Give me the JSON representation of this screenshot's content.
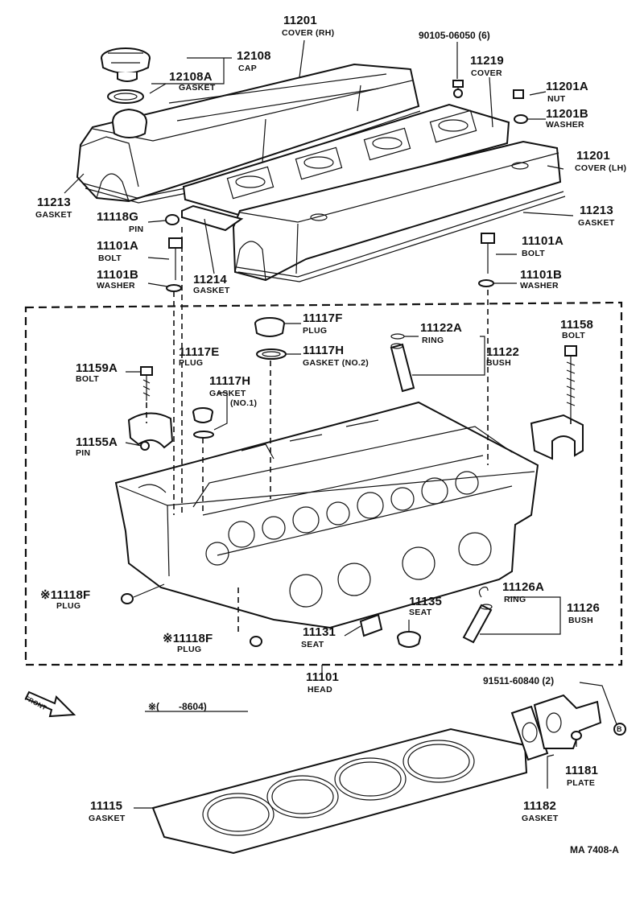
{
  "parts": {
    "p11201_rh": {
      "num": "11201",
      "name": "COVER (RH)"
    },
    "p90105": {
      "num": "90105-06050 (6)"
    },
    "p12108": {
      "num": "12108",
      "name": "CAP"
    },
    "p12108a": {
      "num": "12108A",
      "name": "GASKET"
    },
    "p11219": {
      "num": "11219",
      "name": "COVER"
    },
    "p11201a": {
      "num": "11201A",
      "name": "NUT"
    },
    "p11201b": {
      "num": "11201B",
      "name": "WASHER"
    },
    "p11201_lh": {
      "num": "11201",
      "name": "COVER (LH)"
    },
    "p11213_left": {
      "num": "11213",
      "name": "GASKET"
    },
    "p11213_right": {
      "num": "11213",
      "name": "GASKET"
    },
    "p11118g": {
      "num": "11118G",
      "name": "PIN"
    },
    "p11101a_left": {
      "num": "11101A",
      "name": "BOLT"
    },
    "p11101a_right": {
      "num": "11101A",
      "name": "BOLT"
    },
    "p11214": {
      "num": "11214",
      "name": "GASKET"
    },
    "p11101b_left": {
      "num": "11101B",
      "name": "WASHER"
    },
    "p11101b_right": {
      "num": "11101B",
      "name": "WASHER"
    },
    "p11117f": {
      "num": "11117F",
      "name": "PLUG"
    },
    "p11122a": {
      "num": "11122A",
      "name": "RING"
    },
    "p11158": {
      "num": "11158",
      "name": "BOLT"
    },
    "p11117h_no2": {
      "num": "11117H",
      "name": "GASKET (NO.2)"
    },
    "p11122": {
      "num": "11122",
      "name": "BUSH"
    },
    "p11159a": {
      "num": "11159A",
      "name": "BOLT"
    },
    "p11117e": {
      "num": "11117E",
      "name": "PLUG"
    },
    "p11117h_no1": {
      "num": "11117H",
      "name_line1": "GASKET",
      "name_line2": "(NO.1)"
    },
    "p11155a": {
      "num": "11155A",
      "name": "PIN"
    },
    "p11118f_upper": {
      "num": "※11118F",
      "name": "PLUG"
    },
    "p11118f_lower": {
      "num": "※11118F",
      "name": "PLUG"
    },
    "p11126a": {
      "num": "11126A",
      "name": "RING"
    },
    "p11135": {
      "num": "11135",
      "name": "SEAT"
    },
    "p11126": {
      "num": "11126",
      "name": "BUSH"
    },
    "p11131": {
      "num": "11131",
      "name": "SEAT"
    },
    "p11101": {
      "num": "11101",
      "name": "HEAD"
    },
    "p91511": {
      "num": "91511-60840 (2)"
    },
    "p11115": {
      "num": "11115",
      "name": "GASKET"
    },
    "p11181": {
      "num": "11181",
      "name": "PLATE"
    },
    "p11182": {
      "num": "11182",
      "name": "GASKET"
    }
  },
  "front_label": "FRONT",
  "date_note": "※(　　-8604)",
  "ref_marker": "B",
  "figure_code": "MA  7408-A"
}
